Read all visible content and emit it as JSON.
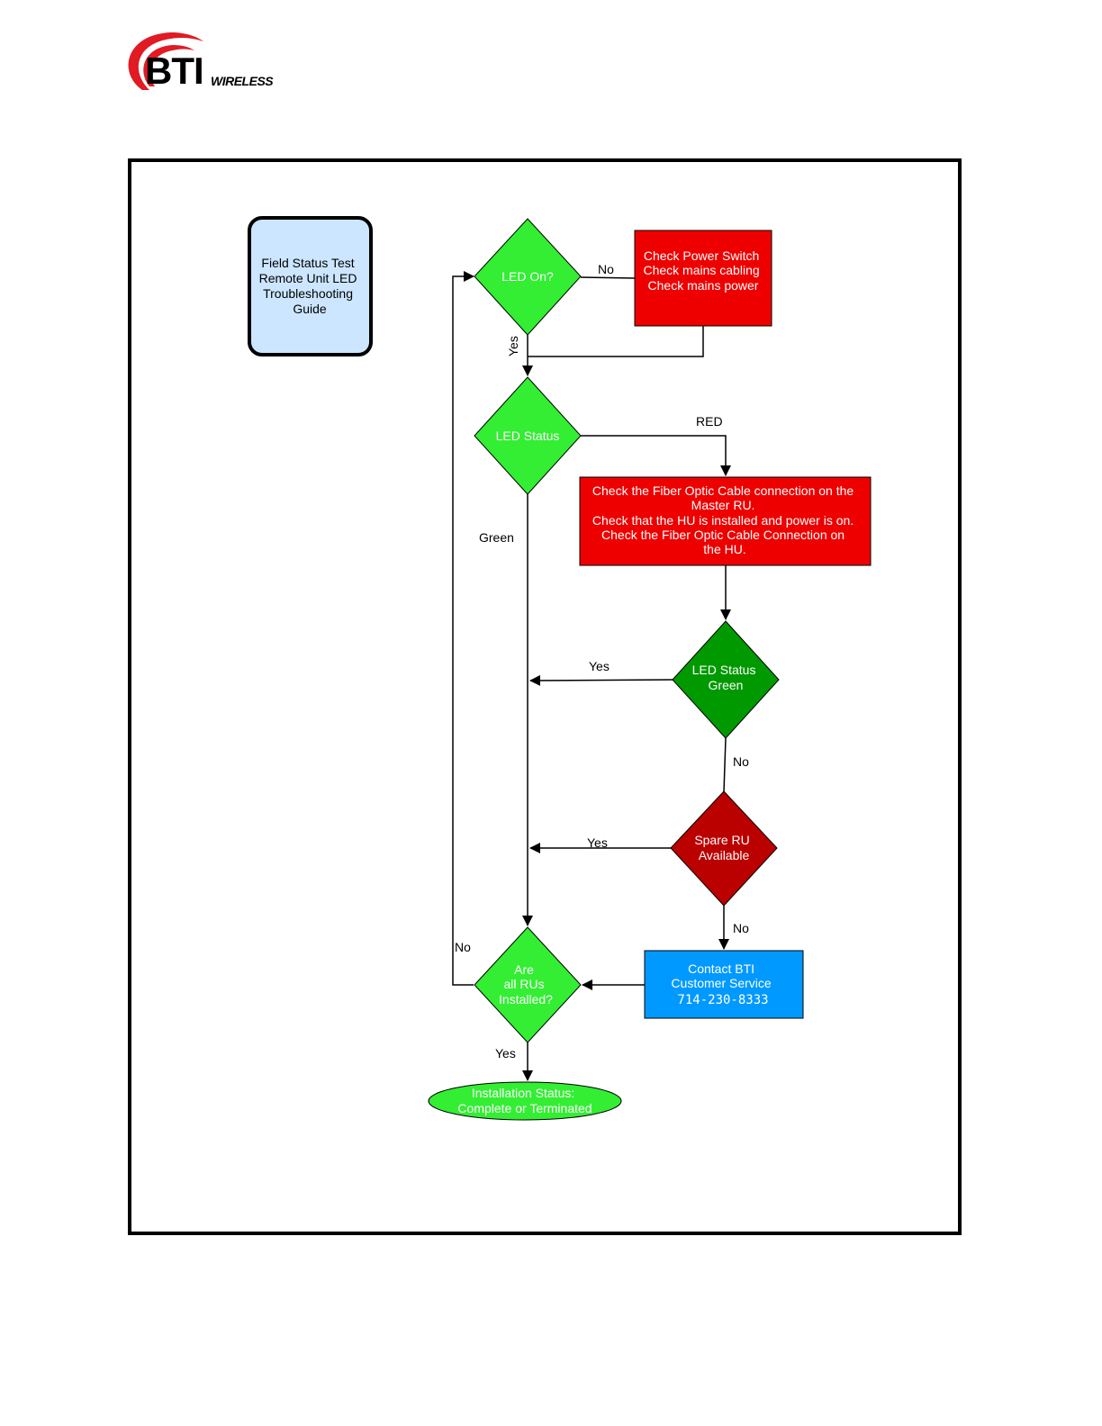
{
  "logo": {
    "brand": "BTI",
    "sub": "WIRELESS"
  },
  "title_box": {
    "lines": [
      "Field Status Test",
      "Remote Unit LED",
      "Troubleshooting",
      "Guide"
    ]
  },
  "nodes": {
    "led_on": {
      "lines": [
        "LED On?"
      ]
    },
    "check_power": {
      "lines": [
        "Check Power Switch",
        "Check mains cabling",
        "Check mains power"
      ]
    },
    "led_status": {
      "lines": [
        "LED Status"
      ]
    },
    "check_fiber": {
      "lines": [
        "Check the Fiber Optic Cable connection on the",
        "Master RU.",
        "Check that the HU is installed and power is on.",
        "Check the Fiber Optic Cable Connection on",
        "the HU."
      ]
    },
    "led_status_green": {
      "lines": [
        "LED Status",
        "Green"
      ]
    },
    "spare_ru": {
      "lines": [
        "Spare RU",
        "Available"
      ]
    },
    "contact_bti": {
      "lines": [
        "Contact BTI",
        "Customer Service",
        "714-230-8333"
      ]
    },
    "all_rus": {
      "lines": [
        "Are",
        "all RUs",
        "Installed?"
      ]
    },
    "install_status": {
      "lines": [
        "Installation Status:",
        "Complete or Terminated"
      ]
    }
  },
  "edge_labels": {
    "no_power": "No",
    "yes_led_on": "Yes",
    "red": "RED",
    "green": "Green",
    "yes_green": "Yes",
    "no_green": "No",
    "yes_spare": "Yes",
    "no_spare": "No",
    "no_all": "No",
    "yes_all": "Yes"
  },
  "colors": {
    "light_green": "#33ee33",
    "dark_green": "#009900",
    "red": "#ee0000",
    "dark_red": "#bb0000",
    "blue": "#0099ff",
    "light_blue": "#cce6ff"
  }
}
